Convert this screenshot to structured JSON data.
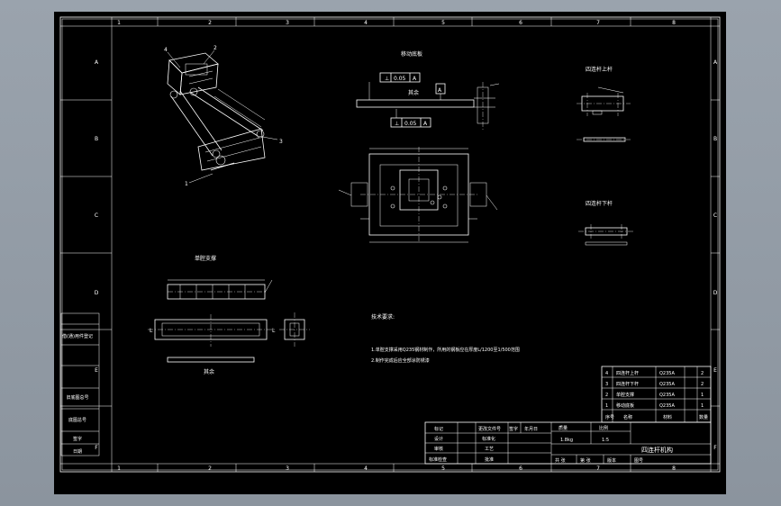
{
  "columns_top": [
    "1",
    "2",
    "3",
    "4",
    "5",
    "6",
    "7",
    "8"
  ],
  "columns_bottom": [
    "1",
    "2",
    "3",
    "4",
    "5",
    "6",
    "7",
    "8"
  ],
  "rows_left": [
    "A",
    "B",
    "C",
    "D",
    "E",
    "F"
  ],
  "rows_right": [
    "A",
    "B",
    "C",
    "D",
    "E",
    "F"
  ],
  "views": {
    "assembly_labels": [
      "4",
      "2",
      "3",
      "1"
    ],
    "base_plate_title": "移动底板",
    "tolerance_1": "0.05",
    "tolerance_2": "0.05",
    "datum": "A",
    "other_label": "其余",
    "rod_title": "四连杆上杆",
    "bottom_rod_title": "四连杆下杆",
    "support_plate_title": "单腔支撑",
    "other_label_2": "其余"
  },
  "notes": {
    "title": "技术要求:",
    "line1": "1.单腔支撑采用Q235钢材制作，所用的钢板应在厚度L/1200至1/500范围",
    "line2": "2.制作完成后应全部涂防锈漆"
  },
  "left_strip": [
    "借(通)用件登记",
    "旧底图总号",
    "底图总号",
    "签字",
    "日期"
  ],
  "parts_list": [
    {
      "no": "4",
      "name": "四连杆上杆",
      "material": "Q235A",
      "qty": "2"
    },
    {
      "no": "3",
      "name": "四连杆下杆",
      "material": "Q235A",
      "qty": "2"
    },
    {
      "no": "2",
      "name": "单腔支撑",
      "material": "Q235A",
      "qty": "1"
    },
    {
      "no": "1",
      "name": "移动底板",
      "material": "Q235A",
      "qty": "1"
    }
  ],
  "parts_header": {
    "no": "序号",
    "name": "名称",
    "material": "材料",
    "qty": "数量"
  },
  "title_block": {
    "design": "设计",
    "check": "审核",
    "process": "工艺",
    "approve": "批准",
    "std": "标准化",
    "std2": "标准检查",
    "date": "年月日",
    "sign": "签字",
    "doc_no": "更改文件号",
    "mark": "标记",
    "weight_label": "质量",
    "scale_label": "比例",
    "weight": "1.8kg",
    "scale": "1:5",
    "drawing_name": "四连杆机构",
    "sheet_total": "共 张",
    "sheet_no": "第 张",
    "version": "版本",
    "drawing_number": "图号"
  }
}
